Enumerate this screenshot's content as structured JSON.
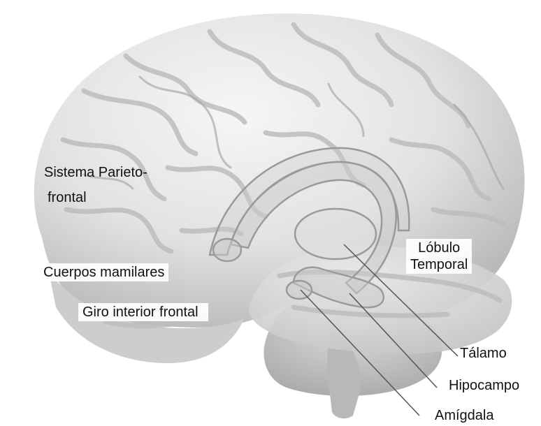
{
  "labels": {
    "parietofrontal_line1": "Sistema Parieto-",
    "parietofrontal_line2": "frontal",
    "cuerpos_mamilares": "Cuerpos mamilares",
    "giro_frontal": "Giro interior frontal",
    "lobulo_line1": "Lóbulo",
    "lobulo_line2": "Temporal",
    "talamo": "Tálamo",
    "hipocampo": "Hipocampo",
    "amigdala": "Amígdala"
  },
  "colors": {
    "background": "#ffffff",
    "brain_base": "#e3e3e3",
    "brain_light": "#f4f4f4",
    "brain_shadow": "#9e9e9e",
    "sulcus": "#bcbcbc",
    "limbic_fill": "#cfcfcf",
    "limbic_stroke": "#9a9a9a",
    "leader_line": "#555555",
    "text": "#111111"
  }
}
